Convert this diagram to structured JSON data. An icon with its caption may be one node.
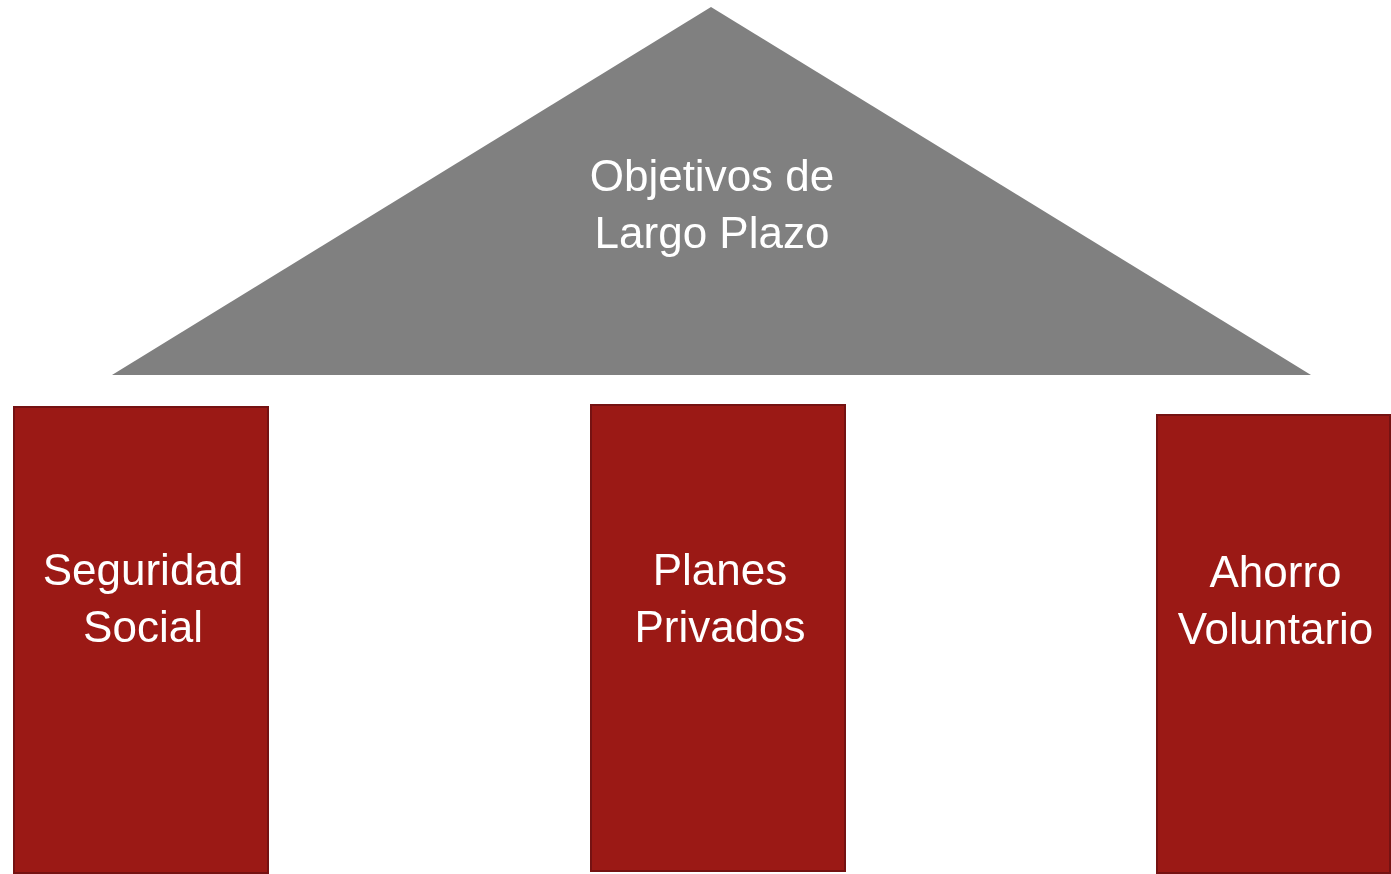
{
  "diagram": {
    "nodes": [
      {
        "text": [
          "Objetivos de Largo Plazo"
        ]
      },
      {
        "text": [
          "Seguridad Social"
        ]
      },
      {
        "text": [
          "Planes Privados"
        ]
      },
      {
        "text": [
          "Ahorro Voluntario"
        ]
      }
    ]
  }
}
